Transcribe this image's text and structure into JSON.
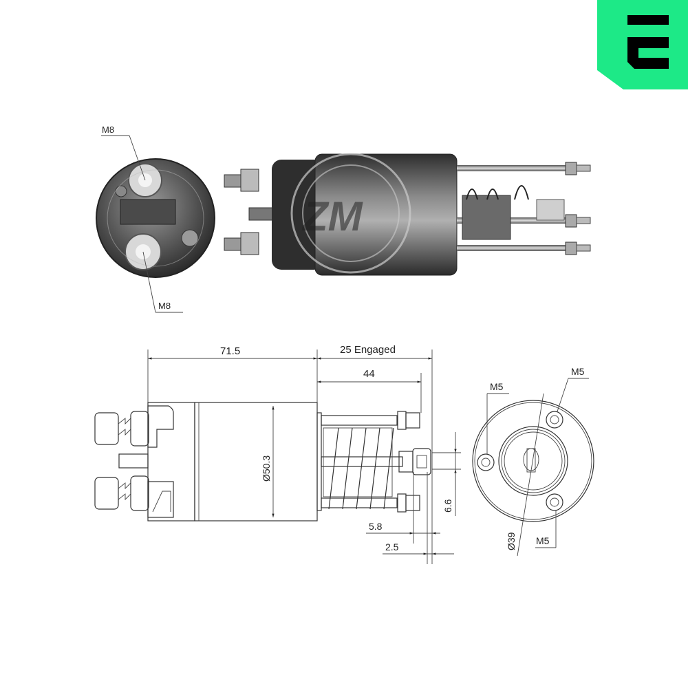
{
  "brand": {
    "logo_letter": "E",
    "logo_bg_color": "#1de987",
    "logo_fg_color": "#000000"
  },
  "photo": {
    "watermark": "ZM",
    "end_view_labels": {
      "top_terminal": "M8",
      "bottom_terminal": "M8"
    }
  },
  "drawing": {
    "dimensions": {
      "body_length": "71.5",
      "plunger_travel": "25 Engaged",
      "stud_length": "44",
      "body_diameter": "Ø50.3",
      "eye_width": "6.6",
      "offset_a": "5.8",
      "offset_b": "2.5",
      "flange_diameter": "Ø39"
    },
    "end_view_labels": {
      "left_hole": "M5",
      "top_right_hole": "M5",
      "bottom_right_hole": "M5"
    }
  },
  "colors": {
    "accent": "#1de987",
    "line": "#333333",
    "body_dark": "#3a3a3a"
  }
}
